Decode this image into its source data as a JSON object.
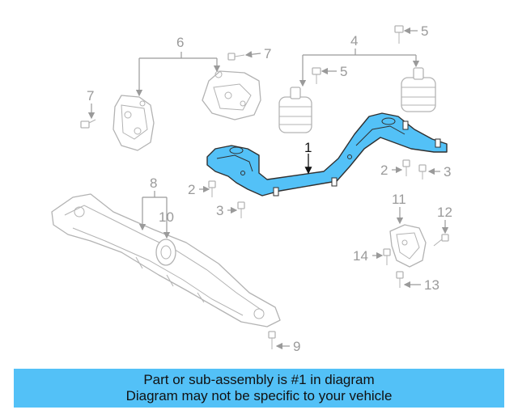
{
  "callouts": {
    "c1": "1",
    "c2a": "2",
    "c2b": "2",
    "c3a": "3",
    "c3b": "3",
    "c4": "4",
    "c5a": "5",
    "c5b": "5",
    "c6": "6",
    "c7a": "7",
    "c7b": "7",
    "c8": "8",
    "c9": "9",
    "c10": "10",
    "c11": "11",
    "c12": "12",
    "c13": "13",
    "c14": "14"
  },
  "highlight_color": "#53c1f7",
  "banner": {
    "line1": "Part or sub-assembly is #1 in diagram",
    "line2": "Diagram may not be specific to your vehicle"
  }
}
